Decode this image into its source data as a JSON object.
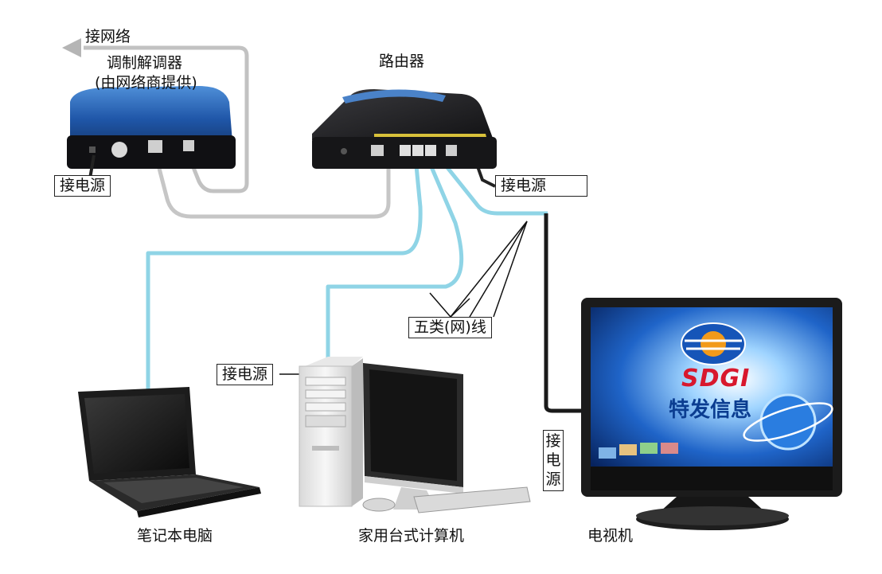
{
  "labels": {
    "internet": "接网络",
    "modem_title": "调制解调器",
    "modem_subtitle": "(由网络商提供)",
    "router": "路由器",
    "modem_power": "接电源",
    "router_power": "接电源",
    "pc_power": "接电源",
    "tv_power": "接电源",
    "cable": "五类(网)线",
    "laptop": "笔记本电脑",
    "desktop": "家用台式计算机",
    "tv": "电视机"
  },
  "tv_screen": {
    "brand_en": "SDGI",
    "brand_cn": "特发信息"
  },
  "colors": {
    "ethernet": "#8fd4e6",
    "grey_cable": "#c2c2c2",
    "tv_cable": "#1a1a1a",
    "modem_blue": "#2a5fb0",
    "router_dark": "#1d1d1f",
    "tv_screen": "#0a2f85",
    "brand_red": "#d8182d"
  }
}
